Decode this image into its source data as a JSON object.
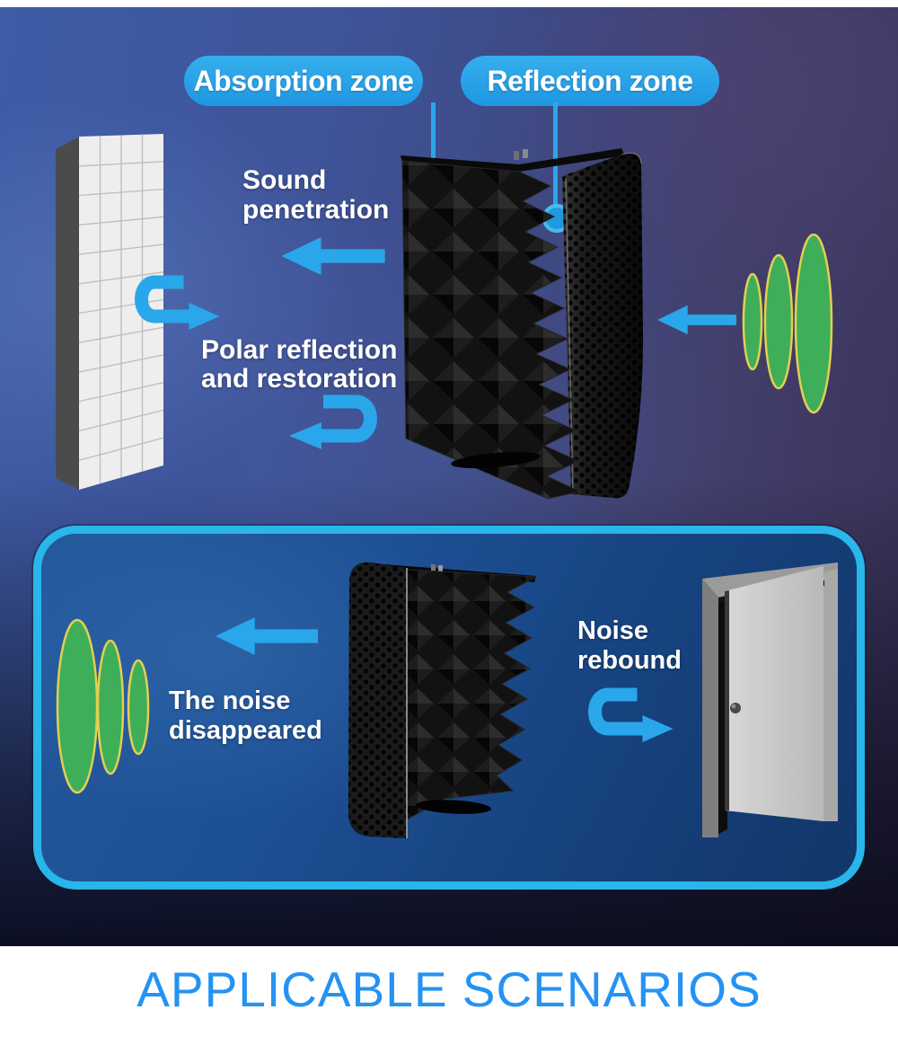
{
  "top_section": {
    "absorption_zone_label": "Absorption zone",
    "reflection_zone_label": "Reflection zone",
    "sound_penetration_lines": [
      "Sound",
      "penetration"
    ],
    "polar_reflection_lines": [
      "Polar reflection",
      "and restoration"
    ]
  },
  "bottom_panel": {
    "noise_disappeared_lines": [
      "The noise",
      "disappeared"
    ],
    "noise_rebound_lines": [
      "Noise",
      "rebound"
    ]
  },
  "footer": {
    "heading": "APPLICABLE SCENARIOS"
  },
  "icons": {
    "left_arrow": "solid left-pointing arrow",
    "u_turn_arrow_right": "u-turn arrow exiting right",
    "u_turn_arrow_left": "u-turn arrow exiting left",
    "sound_waves": "three green elliptical sound waves",
    "callout_dot": "callout anchor dot",
    "acoustic_wall": "white acoustic tile wall panel",
    "isolation_shield": "microphone isolation shield",
    "open_door": "open door"
  },
  "colors": {
    "accent_arrow_blue": "#29a7ea",
    "pill_blue": "#2ba2e8",
    "panel_border_cyan": "#29b6ea",
    "panel_fill_blue": "#1c4f93",
    "wave_green": "#3fae58",
    "wave_outline_yellow": "#e3cf52",
    "heading_blue": "#2493f2",
    "background_top_blue": "#3e5da7",
    "background_purple": "#3b3157",
    "background_bottom_navy": "#15172e",
    "footer_background": "#ffffff"
  }
}
